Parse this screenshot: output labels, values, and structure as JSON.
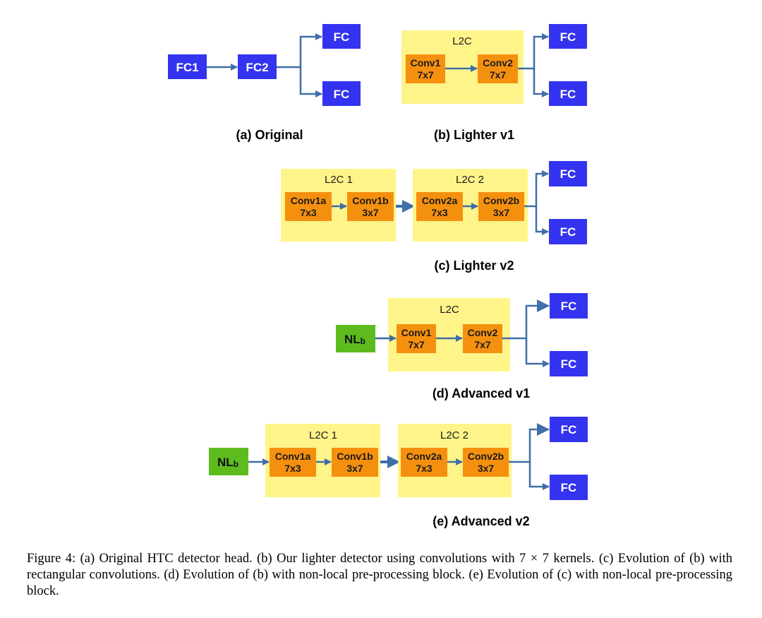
{
  "labels": {
    "fc": "FC",
    "fc1": "FC1",
    "fc2": "FC2",
    "l2c": "L2C",
    "l2c1": "L2C 1",
    "l2c2": "L2C 2",
    "conv1": "Conv1",
    "conv2": "Conv2",
    "conv1a": "Conv1a",
    "conv1b": "Conv1b",
    "conv2a": "Conv2a",
    "conv2b": "Conv2b",
    "k77": "7x7",
    "k73": "7x3",
    "k37": "3x7",
    "nl_main": "NL",
    "nl_sub": "b"
  },
  "subfigures": {
    "a": "(a) Original",
    "b": "(b) Lighter v1",
    "c": "(c) Lighter v2",
    "d": "(d) Advanced v1",
    "e": "(e) Advanced v2"
  },
  "caption": "Figure 4: (a) Original HTC detector head. (b) Our lighter detector using convolutions with 7 × 7 kernels. (c) Evolution of (b) with rectangular convolutions. (d) Evolution of (b) with non-local pre-processing block. (e) Evolution of (c) with non-local pre-processing block.",
  "colors": {
    "fc_blue": "#3333f0",
    "conv_orange": "#f5900f",
    "l2c_yellow": "#fff48a",
    "nl_green": "#5dbb1e",
    "arrow_blue": "#3f6ea8"
  }
}
